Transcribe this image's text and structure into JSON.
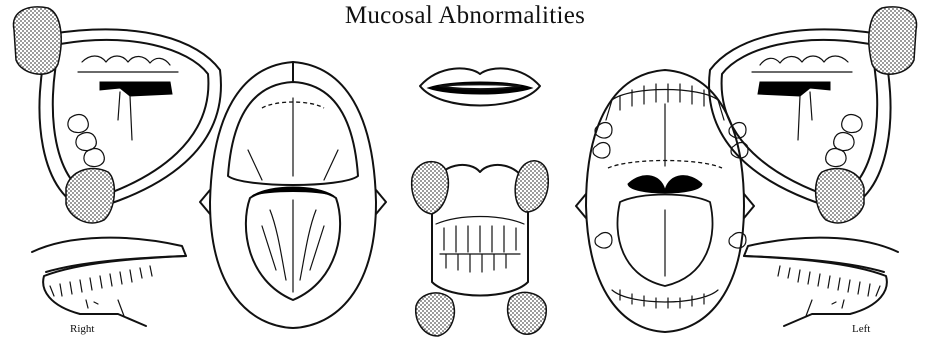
{
  "title": "Mucosal Abnormalities",
  "labels": {
    "right": "Right",
    "left": "Left"
  },
  "colors": {
    "ink": "#111111",
    "background": "#ffffff",
    "stipple": "#bdbdbd"
  },
  "views": [
    "right-buccal-mucosa",
    "right-floor-of-mouth",
    "palate-tongue-dorsum",
    "lips",
    "labial-mucosa-anterior-teeth",
    "floor-of-mouth-ventral-tongue",
    "left-buccal-mucosa",
    "left-floor-of-mouth"
  ]
}
